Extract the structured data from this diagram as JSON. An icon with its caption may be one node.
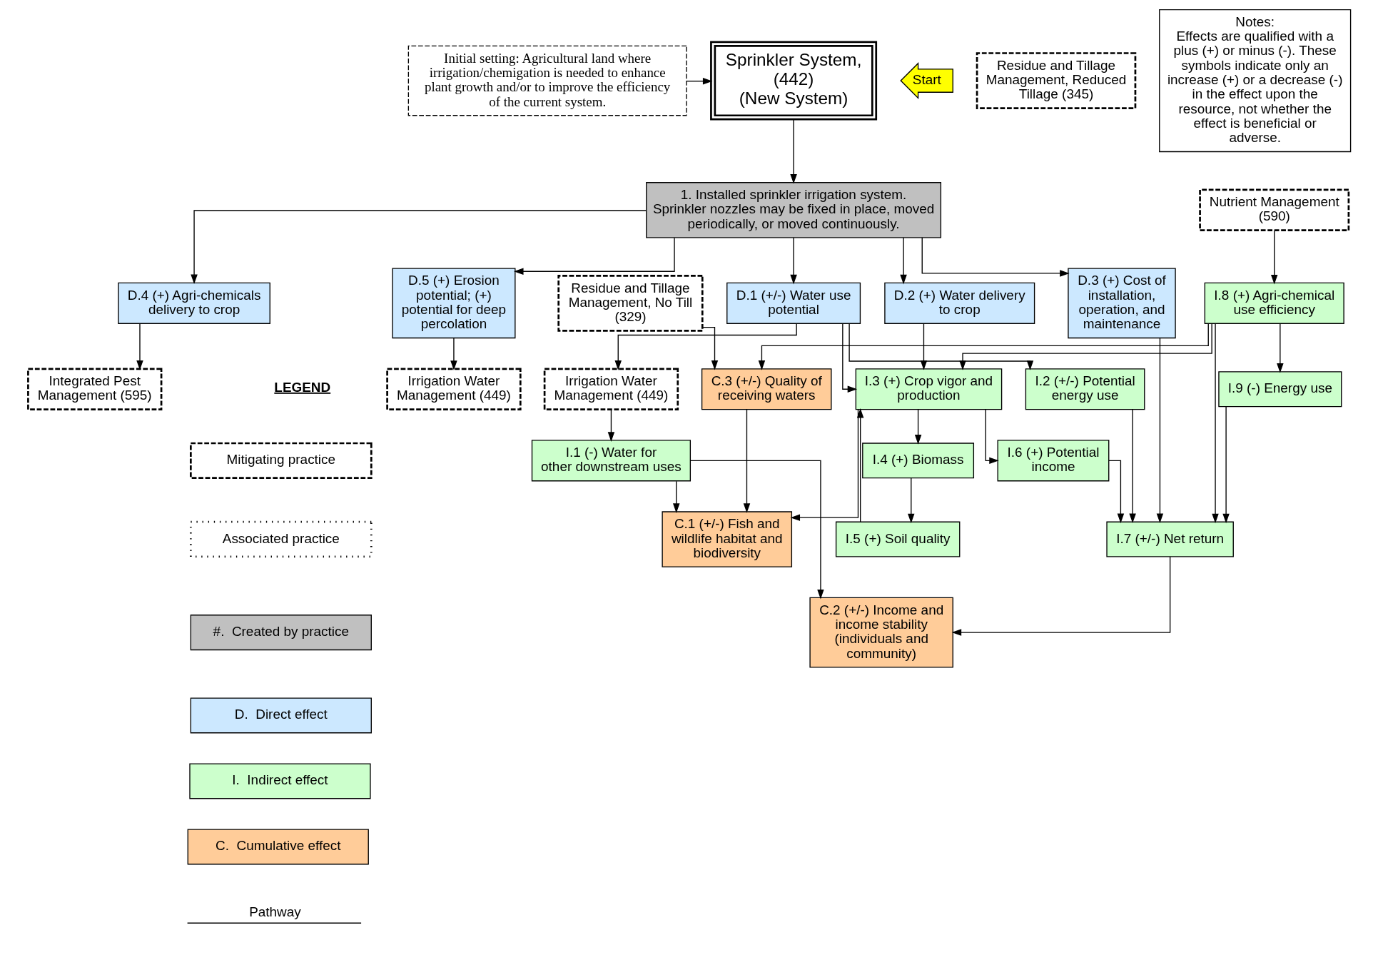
{
  "diagram": {
    "nodes": [
      {
        "text": [
          "Sprinkler System, (442)",
          "(New System)"
        ]
      },
      {
        "text": [
          "Initial setting: Agricultural land where irrigation/chemigation is needed to enhance plant growth and/or to improve the efficiency of the current system."
        ]
      },
      {
        "text": [
          "Start"
        ]
      },
      {
        "text": [
          "1. Installed sprinkler irrigation system. Sprinkler nozzles may be fixed in place, moved periodically, or moved continuously."
        ]
      },
      {
        "text": [
          "D.1 (+/-) Water use potential"
        ]
      },
      {
        "text": [
          "D.2 (+) Water delivery to crop"
        ]
      },
      {
        "text": [
          "D.3 (+) Cost of installation, operation, and maintenance"
        ]
      },
      {
        "text": [
          "D.4 (+) Agri-chemicals delivery to crop"
        ]
      },
      {
        "text": [
          "D.5 (+) Erosion potential; (+) potential for deep percolation"
        ]
      },
      {
        "text": [
          "Integrated Pest Management (595)"
        ]
      },
      {
        "text": [
          "Nutrient Management (590)"
        ]
      },
      {
        "text": [
          "Irrigation Water Management (449)"
        ]
      },
      {
        "text": [
          "Residue and Tillage Management, Reduced Tillage (345)"
        ]
      },
      {
        "text": [
          "Residue and Tillage Management, No Till (329)"
        ]
      },
      {
        "text": [
          "Irrigation Water Management (449)"
        ]
      },
      {
        "text": [
          "I.3 (+) Crop vigor and production"
        ]
      },
      {
        "text": [
          "I.8 (+) Agri-chemical use efficiency"
        ]
      },
      {
        "text": [
          "I.4 (+) Biomass"
        ]
      },
      {
        "text": [
          "I.6 (+) Potential income"
        ]
      },
      {
        "text": [
          "I.5 (+) Soil quality"
        ]
      },
      {
        "text": [
          "I.2 (+/-) Potential energy use"
        ]
      },
      {
        "text": [
          "I.7 (+/-) Net return"
        ]
      },
      {
        "text": [
          "I.9 (-) Energy use"
        ]
      },
      {
        "text": [
          "I.1 (-) Water for other downstream uses"
        ]
      },
      {
        "text": [
          "C.2 (+/-) Income and income stability (individuals and community)"
        ]
      },
      {
        "text": [
          "C.1 (+/-) Fish and wildlife habitat and biodiversity"
        ]
      },
      {
        "text": [
          "C.3 (+/-) Quality of receiving waters"
        ]
      },
      {
        "text": [
          "Notes:",
          "Effects are qualified with a plus (+) or minus (-). These symbols indicate only an increase (+) or a decrease (-) in the effect upon the resource, not whether the effect is beneficial or adverse."
        ]
      }
    ],
    "edges": [
      {
        "from": 1,
        "to": 0,
        "arrow": "to"
      },
      {
        "from": 0,
        "to": 3,
        "arrow": "to"
      },
      {
        "from": 3,
        "to": 4,
        "arrow": "to"
      },
      {
        "from": 3,
        "to": 5,
        "arrow": "to"
      },
      {
        "from": 3,
        "to": 6,
        "arrow": "to"
      },
      {
        "from": 3,
        "to": 7,
        "arrow": "to"
      },
      {
        "from": 3,
        "to": 8,
        "arrow": "to"
      },
      {
        "from": 7,
        "to": 9,
        "arrow": "to"
      },
      {
        "from": 10,
        "to": 16,
        "arrow": "to"
      },
      {
        "from": 8,
        "to": 11,
        "arrow": "to"
      },
      {
        "from": 5,
        "to": 15,
        "arrow": "to"
      },
      {
        "from": 4,
        "to": 15,
        "arrow": "to"
      },
      {
        "from": 4,
        "to": 14,
        "arrow": "to"
      },
      {
        "from": 4,
        "to": 20,
        "arrow": "to"
      },
      {
        "from": 16,
        "to": 15,
        "arrow": "to"
      },
      {
        "from": 15,
        "to": 17,
        "arrow": "to"
      },
      {
        "from": 15,
        "to": 18,
        "arrow": "to"
      },
      {
        "from": 17,
        "to": 19,
        "arrow": "to"
      },
      {
        "from": 19,
        "to": 15,
        "arrow": "to"
      },
      {
        "from": 15,
        "to": 25,
        "arrow": "to"
      },
      {
        "from": 6,
        "to": 21,
        "arrow": "to"
      },
      {
        "from": 16,
        "to": 21,
        "arrow": "to"
      },
      {
        "from": 16,
        "to": 22,
        "arrow": "to"
      },
      {
        "from": 16,
        "to": 26,
        "arrow": "to"
      },
      {
        "from": 18,
        "to": 21,
        "arrow": "to"
      },
      {
        "from": 20,
        "to": 21,
        "arrow": "to"
      },
      {
        "from": 22,
        "to": 21,
        "arrow": "to"
      },
      {
        "from": 14,
        "to": 23,
        "arrow": "to"
      },
      {
        "from": 21,
        "to": 24,
        "arrow": "to"
      },
      {
        "from": 23,
        "to": 24,
        "arrow": "to"
      },
      {
        "from": 23,
        "to": 25,
        "arrow": "to"
      },
      {
        "from": 13,
        "to": 26,
        "arrow": "to"
      },
      {
        "from": 26,
        "to": 25,
        "arrow": "to"
      }
    ],
    "labels": [
      "LEGEND"
    ],
    "legend": [
      {
        "text": "Mitigating practice"
      },
      {
        "text": "Associated practice"
      },
      {
        "text": "#.  Created by practice",
        "color": "#c0c0c0"
      },
      {
        "text": "D.  Direct effect",
        "color": "#cce8ff"
      },
      {
        "text": "I.  Indirect effect",
        "color": "#ccffcc"
      },
      {
        "text": "C.  Cumulative effect",
        "color": "#ffcc99"
      },
      {
        "text": "Pathway"
      }
    ]
  }
}
